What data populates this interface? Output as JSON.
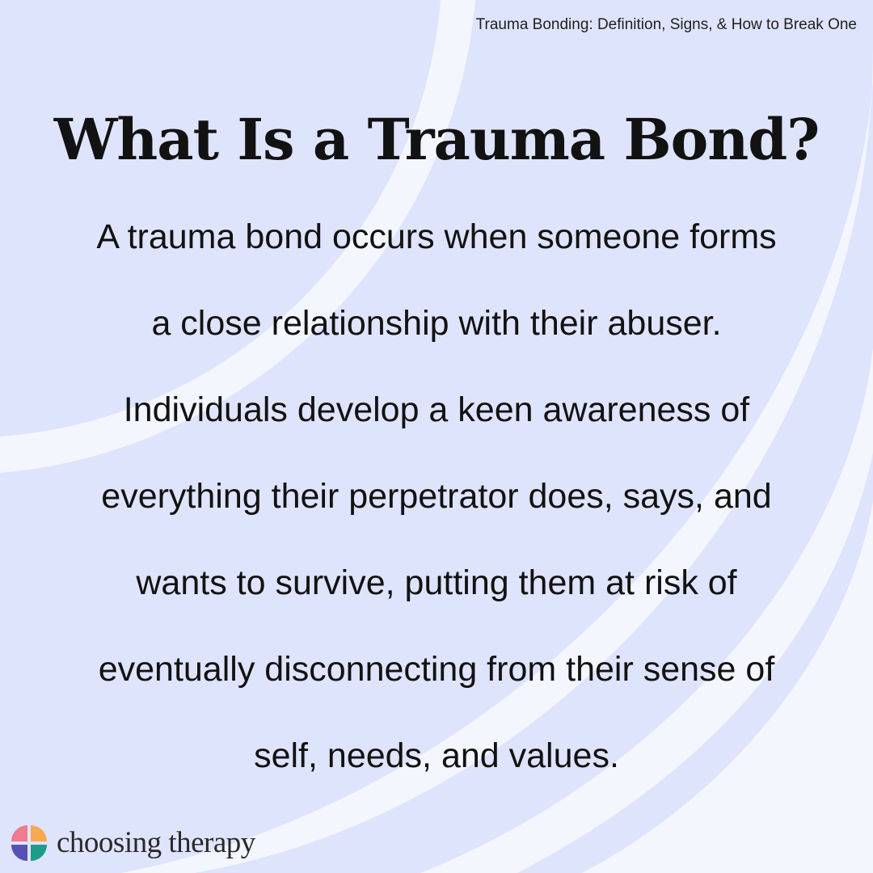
{
  "header": {
    "caption": "Trauma Bonding: Definition, Signs, & How to Break One"
  },
  "title": "What Is a Trauma Bond?",
  "body": {
    "lines": [
      "A trauma bond occurs when someone forms",
      "a close relationship with their abuser.",
      "Individuals develop a keen awareness of",
      "everything their perpetrator does, says, and",
      "wants to survive, putting them at risk of",
      "eventually disconnecting from their sense of",
      "self, needs, and values."
    ]
  },
  "brand": {
    "name": "choosing therapy",
    "icon": "choosing-therapy-logo-icon"
  },
  "colors": {
    "background": "#dfe4fd",
    "arc_light": "#f4f6fe",
    "text": "#121212",
    "logo_pink": "#f07a8f",
    "logo_orange": "#f6a94f",
    "logo_purple": "#5452b3",
    "logo_teal": "#1e9c8a"
  }
}
